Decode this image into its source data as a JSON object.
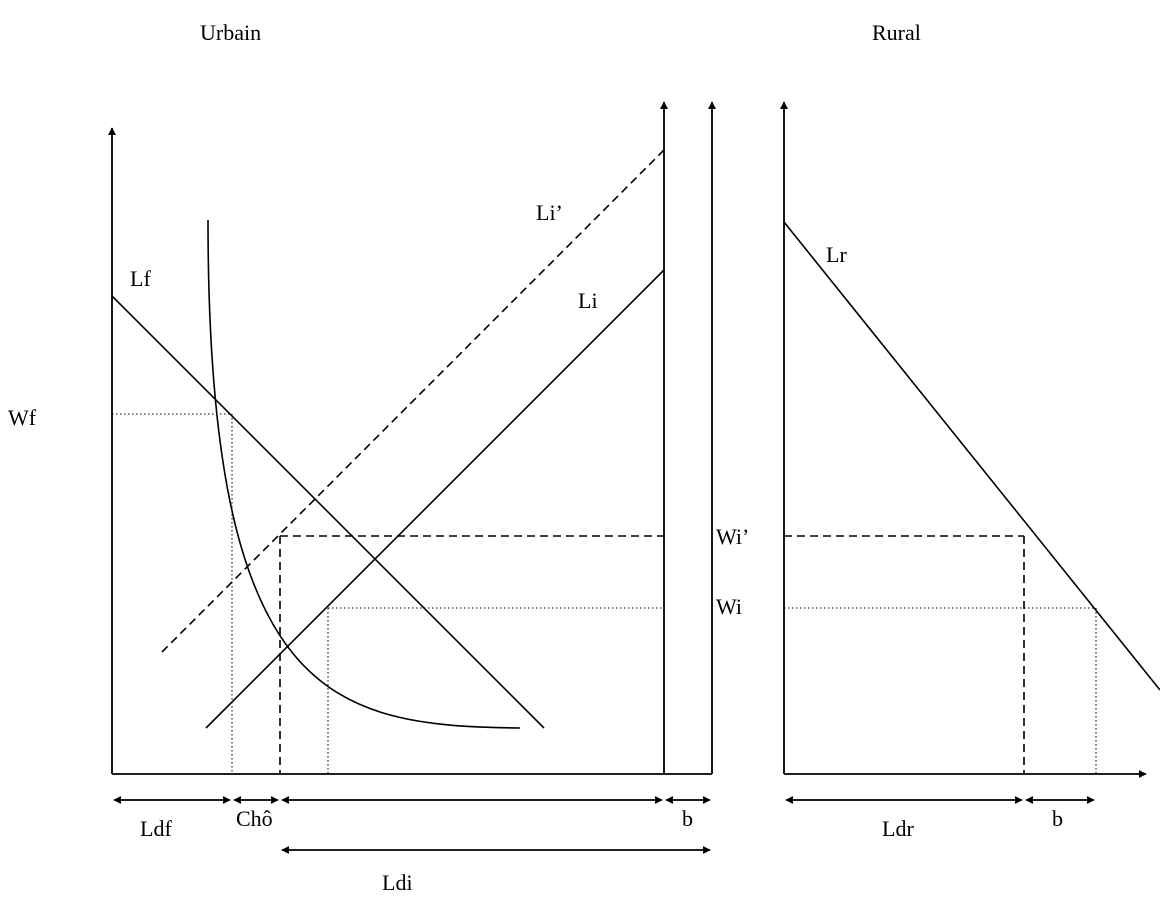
{
  "sections": {
    "urban": "Urbain",
    "rural": "Rural"
  },
  "curves": {
    "lf": "Lf",
    "li": "Li",
    "li_prime": "Li’",
    "lr": "Lr"
  },
  "wages": {
    "wf": "Wf",
    "wi_prime": "Wi’",
    "wi": "Wi"
  },
  "segments": {
    "ldf": "Ldf",
    "cho": "Chô",
    "b_urban": "b",
    "ldi": "Ldi",
    "ldr": "Ldr",
    "b_rural": "b"
  }
}
